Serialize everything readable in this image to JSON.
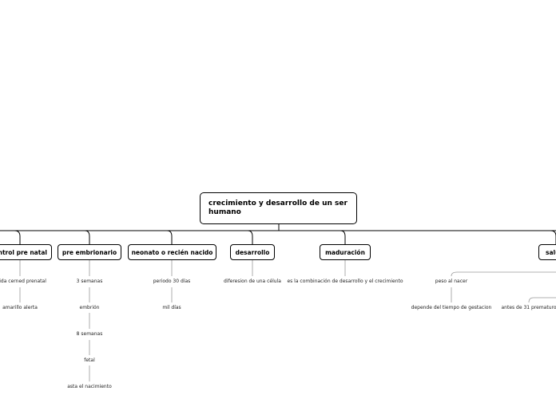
{
  "root": {
    "title": "crecimiento y desarrollo de un ser humano"
  },
  "branches": [
    {
      "label": "control pre natal",
      "children": [
        "cuida cerned prenatal",
        "amarillo alerta"
      ]
    },
    {
      "label": "pre embrionario",
      "children": [
        "3 semanas",
        "embrión",
        "8 semanas",
        "fetal",
        "asta el nacimiento"
      ]
    },
    {
      "label": "neonato o recién nacido",
      "children": [
        "periodo 30 días",
        "mil días"
      ]
    },
    {
      "label": "desarrollo",
      "children": [
        "diferesion de una célula"
      ]
    },
    {
      "label": "maduración",
      "children": [
        "es la combinación de desarrollo y el crecimiento"
      ]
    },
    {
      "label": "salud",
      "children": [
        "peso al nacer",
        "depende del tiempo de gestacion",
        "antes de 31 prematuro"
      ]
    }
  ]
}
